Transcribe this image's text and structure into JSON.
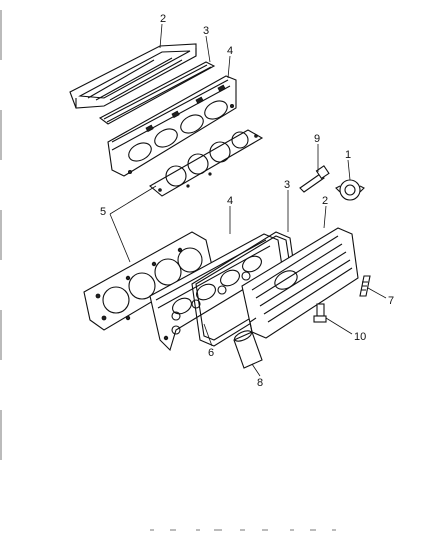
{
  "callouts": [
    {
      "id": "c2a",
      "label": "2"
    },
    {
      "id": "c3a",
      "label": "3"
    },
    {
      "id": "c4a",
      "label": "4"
    },
    {
      "id": "c9",
      "label": "9"
    },
    {
      "id": "c1",
      "label": "1"
    },
    {
      "id": "c5",
      "label": "5"
    },
    {
      "id": "c4b",
      "label": "4"
    },
    {
      "id": "c3b",
      "label": "3"
    },
    {
      "id": "c2b",
      "label": "2"
    },
    {
      "id": "c7",
      "label": "7"
    },
    {
      "id": "c10",
      "label": "10"
    },
    {
      "id": "c6",
      "label": "6"
    },
    {
      "id": "c8",
      "label": "8"
    }
  ]
}
